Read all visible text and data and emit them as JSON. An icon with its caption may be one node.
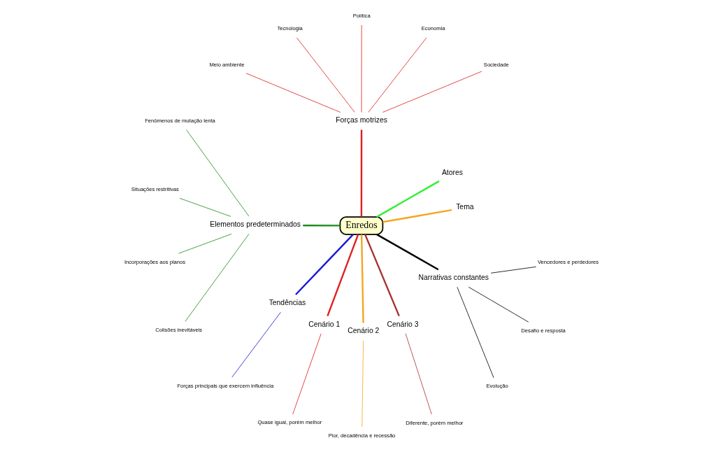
{
  "diagram": {
    "nodes": [
      {
        "text": [
          "Enredos"
        ]
      },
      {
        "text": [
          "Tema"
        ]
      },
      {
        "text": [
          "Atores"
        ]
      },
      {
        "text": [
          "Forças motrizes"
        ]
      },
      {
        "text": [
          "Sociedade"
        ]
      },
      {
        "text": [
          "Economia"
        ]
      },
      {
        "text": [
          "Política"
        ]
      },
      {
        "text": [
          "Tecnologia"
        ]
      },
      {
        "text": [
          "Meio ambiente"
        ]
      },
      {
        "text": [
          "Elementos predeterminados"
        ]
      },
      {
        "text": [
          "Fenômenos de mutação lenta"
        ]
      },
      {
        "text": [
          "Situações restritivas"
        ]
      },
      {
        "text": [
          "Incorporações aos planos"
        ]
      },
      {
        "text": [
          "Colisões inevitáveis"
        ]
      },
      {
        "text": [
          "Tendências"
        ]
      },
      {
        "text": [
          "Forças principais que exercem influência"
        ]
      },
      {
        "text": [
          "Cenário 1"
        ]
      },
      {
        "text": [
          "Quase igual, porém melhor"
        ]
      },
      {
        "text": [
          "Cenário 2"
        ]
      },
      {
        "text": [
          "Pior, decadência e recessão"
        ]
      },
      {
        "text": [
          "Cenário 3"
        ]
      },
      {
        "text": [
          "Diferente, porém melhor"
        ]
      },
      {
        "text": [
          "Narrativas constantes"
        ]
      },
      {
        "text": [
          "Evolução"
        ]
      },
      {
        "text": [
          "Desafio e resposta"
        ]
      },
      {
        "text": [
          "Vencedores e perdedores"
        ]
      }
    ],
    "edges": [
      {
        "from": 0,
        "to": 1,
        "arrow": "none",
        "style": "thick",
        "color": "#f5a623"
      },
      {
        "from": 0,
        "to": 2,
        "arrow": "none",
        "style": "thick",
        "color": "#33ee33"
      },
      {
        "from": 0,
        "to": 3,
        "arrow": "none",
        "style": "thick",
        "color": "#e02020"
      },
      {
        "from": 3,
        "to": 4,
        "arrow": "none",
        "color": "#e02020"
      },
      {
        "from": 3,
        "to": 5,
        "arrow": "none",
        "color": "#e02020"
      },
      {
        "from": 3,
        "to": 6,
        "arrow": "none",
        "color": "#e02020"
      },
      {
        "from": 3,
        "to": 7,
        "arrow": "none",
        "color": "#e02020"
      },
      {
        "from": 3,
        "to": 8,
        "arrow": "none",
        "color": "#e02020"
      },
      {
        "from": 0,
        "to": 9,
        "arrow": "none",
        "style": "thick",
        "color": "#1e8c1e"
      },
      {
        "from": 9,
        "to": 10,
        "arrow": "none",
        "color": "#1e8c1e"
      },
      {
        "from": 9,
        "to": 11,
        "arrow": "none",
        "color": "#1e8c1e"
      },
      {
        "from": 9,
        "to": 12,
        "arrow": "none",
        "color": "#1e8c1e"
      },
      {
        "from": 9,
        "to": 13,
        "arrow": "none",
        "color": "#1e8c1e"
      },
      {
        "from": 0,
        "to": 14,
        "arrow": "none",
        "style": "thick",
        "color": "#1a1ad8"
      },
      {
        "from": 14,
        "to": 15,
        "arrow": "none",
        "color": "#1a1ad8"
      },
      {
        "from": 0,
        "to": 16,
        "arrow": "none",
        "style": "thick",
        "color": "#e02020"
      },
      {
        "from": 16,
        "to": 17,
        "arrow": "none",
        "color": "#e02020"
      },
      {
        "from": 0,
        "to": 18,
        "arrow": "none",
        "style": "thick",
        "color": "#f5a623"
      },
      {
        "from": 18,
        "to": 19,
        "arrow": "none",
        "color": "#f5a623"
      },
      {
        "from": 0,
        "to": 20,
        "arrow": "none",
        "style": "thick",
        "color": "#a83232"
      },
      {
        "from": 20,
        "to": 21,
        "arrow": "none",
        "color": "#a83232"
      },
      {
        "from": 0,
        "to": 22,
        "arrow": "none",
        "style": "thick",
        "color": "#000000"
      },
      {
        "from": 22,
        "to": 23,
        "arrow": "none",
        "color": "#000000"
      },
      {
        "from": 22,
        "to": 24,
        "arrow": "none",
        "color": "#000000"
      },
      {
        "from": 22,
        "to": 25,
        "arrow": "none",
        "color": "#000000"
      }
    ]
  }
}
